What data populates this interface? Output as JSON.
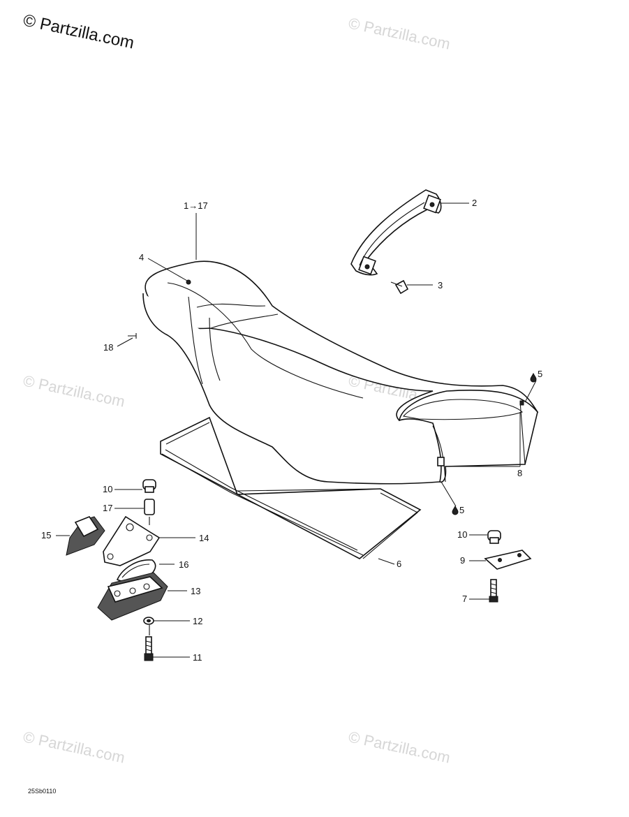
{
  "watermark": {
    "main": "© Partzilla.com",
    "faded": "© Partzilla.com"
  },
  "diagram_code": "25Sb0110",
  "callouts": {
    "c1": "1→17",
    "c2": "2",
    "c3": "3",
    "c4": "4",
    "c5a": "5",
    "c5b": "5",
    "c6": "6",
    "c7": "7",
    "c8": "8",
    "c9": "9",
    "c10a": "10",
    "c10b": "10",
    "c11": "11",
    "c12": "12",
    "c13": "13",
    "c14": "14",
    "c15": "15",
    "c16": "16",
    "c17": "17",
    "c18": "18"
  }
}
